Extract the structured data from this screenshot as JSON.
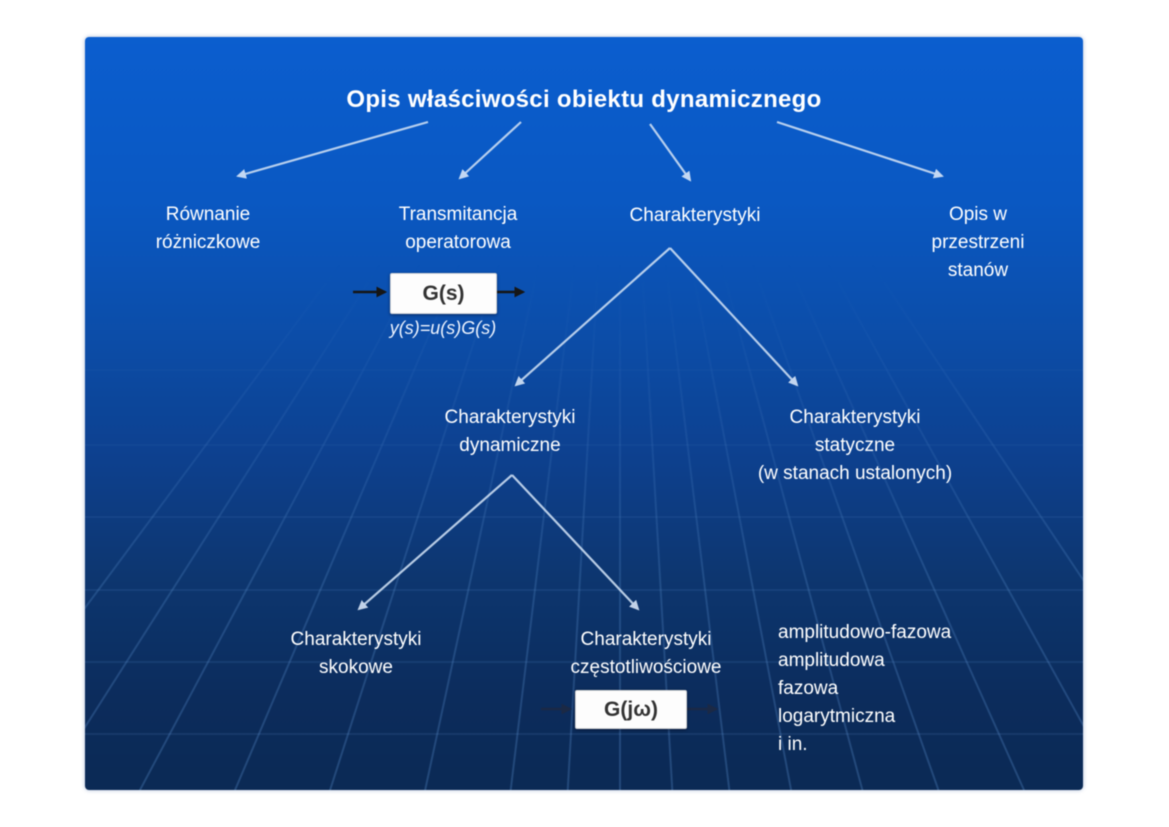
{
  "title": "Opis właściwości obiektu dynamicznego",
  "level1": [
    {
      "id": "rownanie-rozniczkowe",
      "label": "Równanie\nróżniczkowe"
    },
    {
      "id": "transmitancja-operatorowa",
      "label": "Transmitancja\noperatorowa"
    },
    {
      "id": "charakterystyki",
      "label": "Charakterystyki"
    },
    {
      "id": "opis-w-przestrzeni-stanow",
      "label": "Opis w przestrzeni\nstanów"
    }
  ],
  "transfer_function": {
    "box_label": "G(s)",
    "equation": "y(s)=u(s)G(s)"
  },
  "level2": [
    {
      "id": "charakterystyki-dynamiczne",
      "label": "Charakterystyki\ndynamiczne"
    },
    {
      "id": "charakterystyki-statyczne",
      "label": "Charakterystyki\nstatyczne\n(w stanach ustalonych)"
    }
  ],
  "level3": [
    {
      "id": "charakterystyki-skokowe",
      "label": "Charakterystyki\nskokowe"
    },
    {
      "id": "charakterystyki-czestotliwosciowe",
      "label": "Charakterystyki\nczęstotliwościowe"
    }
  ],
  "frequency_function": {
    "box_label": "G(jω)"
  },
  "frequency_types": [
    "amplitudowo-fazowa",
    "amplitudowa",
    "fazowa",
    "logarytmiczna",
    "i in."
  ],
  "colors": {
    "slide_top": "#0b5ecf",
    "slide_bottom": "#0b2a55",
    "text": "#ffffff",
    "connector": "#cfe0f4",
    "grid_line": "#5f93cf",
    "box_background": "#fdfdfd",
    "box_text": "#333333",
    "black_arrow": "#161616"
  }
}
